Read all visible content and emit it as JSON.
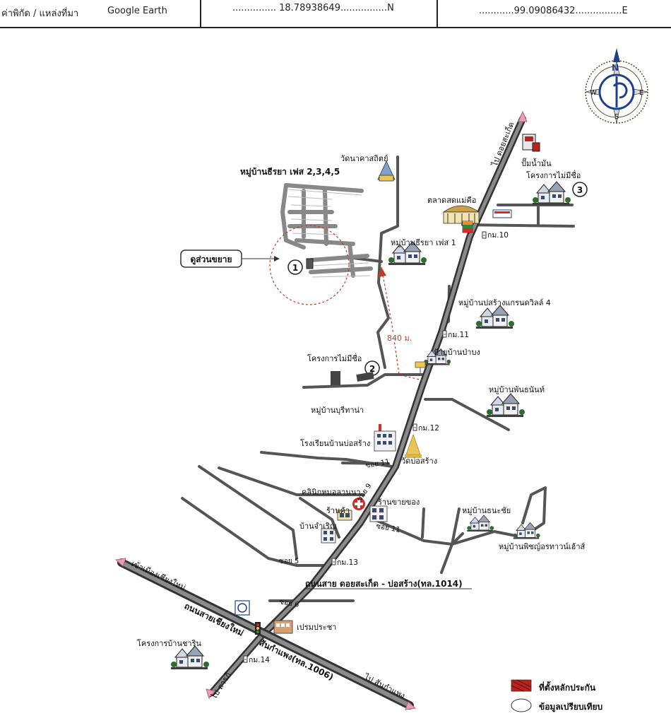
{
  "header": {
    "label_source": "ค่าพิกัด / แหล่งที่มา",
    "source_value": "Google Earth",
    "lat_text": "............... 18.78938649................N",
    "lon_text": "............99.09086432................E"
  },
  "compass": {
    "n": "N",
    "s": "S",
    "e": "E",
    "w": "W"
  },
  "main_road_label": "ถนนสาย ดอยสะเก็ด - บ่อสร้าง(ทล.1014)",
  "cross_road_label_a": "ถนนสายเชียงใหม่",
  "cross_road_label_b": "สันกำแพง(ทล.1006)",
  "directions": {
    "to_doi_saket": "ไป ดอยสะเก็ด",
    "to_chiang_mai": "เข้าเมืองเชียงใหม่",
    "to_san_sai": "ไป สารภี",
    "to_san_kamphaeng": "ไป สันกำแพง"
  },
  "km_markers": {
    "km10": "กม.10",
    "km11": "กม.11",
    "km12": "กม.12",
    "km13": "กม.13",
    "km14": "กม.14"
  },
  "sois": {
    "soi5": "ซอย 5",
    "soi6": "ซอย 6",
    "soi9": "ซอย 9",
    "soi11a": "ซอย 11",
    "soi11b": "ซอย 11"
  },
  "distance_label": "840 ม.",
  "subject_label": "ดูส่วนขยาย",
  "markers": {
    "m1": "1",
    "m2": "2",
    "m3": "3"
  },
  "places": {
    "gas_station": "ปั๊มน้ำมัน",
    "project_no_name_top": "โครงการไม่มีชื่อ",
    "wat_nakhasathit": "วัดนาคาสถิตย์",
    "village_theeraya_phase": "หมู่บ้านธีรยา เฟส 2,3,4,5",
    "market_mae_kue": "ตลาดสดแม่คือ",
    "village_theeraya_1": "หมู่บ้านธีรยา เฟส 1",
    "village_pasang_grandville": "หมู่บ้านปสร้างแกรนดวิลล์ 4",
    "sign_ban_pabong": "ป้ายบ้านป่าบง",
    "project_no_name_mid": "โครงการไม่มีชื่อ",
    "village_phanthanan": "หมู่บ้านพันธนันท์",
    "village_buritana": "หมู่บ้านบุรีทาน่า",
    "school_ban_bosang": "โรงเรียนบ้านบ่อสร้าง",
    "wat_bosang": "วัดบ่อสร้าง",
    "clinic": "คลินิกหมอลานนา",
    "shop": "ร้านค้า",
    "store": "ร้านขายของ",
    "village_thanachai": "หมู่บ้านธนะชัย",
    "ban_jamroen": "บ้านจำเริญ",
    "village_pichayada": "หมู่บ้านพิชญ์อรทาวน์เฮ้าส์",
    "prem_pracha": "เปรมประชา",
    "project_ban_charin": "โครงการบ้านชาริน"
  },
  "legend": {
    "collateral": "ที่ตั้งหลักประกัน",
    "comparison": "ข้อมูลเปรียบเทียบ",
    "collateral_color": "#b8231e"
  }
}
